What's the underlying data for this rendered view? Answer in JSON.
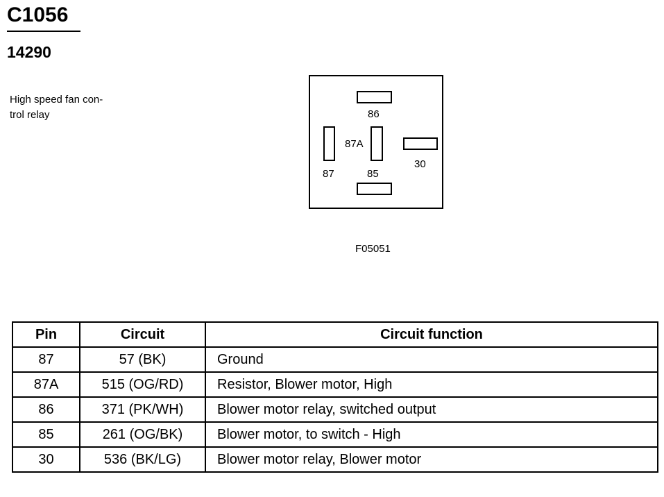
{
  "header": {
    "connector_id": "C1056",
    "part_number": "14290",
    "description": "High speed fan con-\ntrol relay"
  },
  "diagram": {
    "figure_id": "F05051",
    "pins": {
      "p86": "86",
      "p87a": "87A",
      "p30": "30",
      "p87": "87",
      "p85": "85"
    }
  },
  "table": {
    "headers": {
      "pin": "Pin",
      "circuit": "Circuit",
      "function": "Circuit function"
    },
    "rows": [
      {
        "pin": "87",
        "circuit": "57 (BK)",
        "function": "Ground"
      },
      {
        "pin": "87A",
        "circuit": "515 (OG/RD)",
        "function": "Resistor, Blower motor, High"
      },
      {
        "pin": "86",
        "circuit": "371 (PK/WH)",
        "function": "Blower motor relay, switched output"
      },
      {
        "pin": "85",
        "circuit": "261 (OG/BK)",
        "function": "Blower motor, to switch - High"
      },
      {
        "pin": "30",
        "circuit": "536 (BK/LG)",
        "function": "Blower motor relay, Blower motor"
      }
    ]
  }
}
